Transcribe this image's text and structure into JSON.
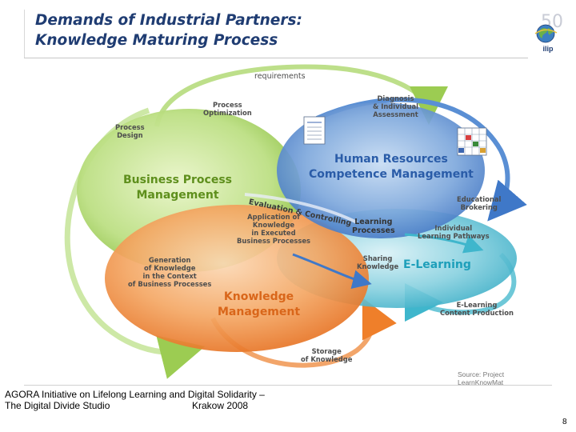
{
  "slide": {
    "title_line1": "Demands of Industrial Partners:",
    "title_line2": "Knowledge Maturing Process",
    "logo_number": "50",
    "logo_text": "ilip",
    "page_number": "8"
  },
  "footer": {
    "line1": "AGORA Initiative on Lifelong Learning and Digital Solidarity –",
    "line2": "The Digital Divide Studio",
    "place": "Krakow 2008"
  },
  "diagram": {
    "requirements": "requirements",
    "process_optimization": [
      "Process",
      "Optimization"
    ],
    "diagnosis": [
      "Diagnosis",
      "& Individual",
      "Assessment"
    ],
    "process_design": [
      "Process",
      "Design"
    ],
    "hr_title": [
      "Human Resources",
      "Competence Management"
    ],
    "bpm_title": [
      "Business Process",
      "Management"
    ],
    "evaluation": "Evaluation & Controlling",
    "educational_brokering": [
      "Educational",
      "Brokering"
    ],
    "application": [
      "Application of",
      "Knowledge",
      "in Executed",
      "Business Processes"
    ],
    "learning_processes": [
      "Learning",
      "Processes"
    ],
    "individual_pathways": [
      "Individual",
      "Learning Pathways"
    ],
    "sharing_knowledge": [
      "Sharing",
      "Knowledge"
    ],
    "elearning_title": "E-Learning",
    "generation": [
      "Generation",
      "of Knowledge",
      "in the Context",
      "of Business Processes"
    ],
    "km_title": [
      "Knowledge",
      "Management"
    ],
    "elearning_content": [
      "E-Learning",
      "Content Production"
    ],
    "storage": [
      "Storage",
      "of Knowledge"
    ],
    "source": "Source: Project LearnKnowMat"
  },
  "colors": {
    "title": "#1f3c72",
    "green": "#9ccc52",
    "blue": "#3f78c8",
    "teal": "#3fb6cc",
    "orange": "#ef7f2a",
    "green_text": "#5e8f1c",
    "blue_text": "#2a5ca8",
    "orange_text": "#d9661a",
    "teal_text": "#1e9fba"
  },
  "icons": [
    "globe-icon",
    "competence-table-icon",
    "checklist-icon"
  ]
}
